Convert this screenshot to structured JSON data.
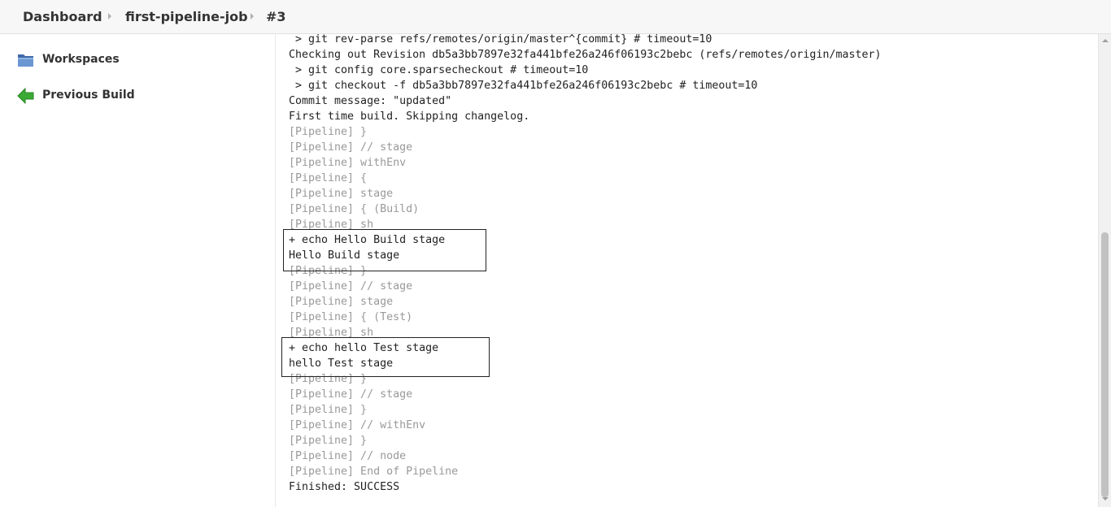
{
  "breadcrumb": {
    "items": [
      "Dashboard",
      "first-pipeline-job",
      "#3"
    ]
  },
  "sidebar": {
    "items": [
      {
        "label": "Workspaces",
        "icon": "folder-icon"
      },
      {
        "label": "Previous Build",
        "icon": "arrow-left-icon"
      }
    ]
  },
  "console": {
    "lines": [
      {
        "text": " > git rev-parse refs/remotes/origin/master^{commit} # timeout=10",
        "style": "normal"
      },
      {
        "text": "Checking out Revision db5a3bb7897e32fa441bfe26a246f06193c2bebc (refs/remotes/origin/master)",
        "style": "normal"
      },
      {
        "text": " > git config core.sparsecheckout # timeout=10",
        "style": "normal"
      },
      {
        "text": " > git checkout -f db5a3bb7897e32fa441bfe26a246f06193c2bebc # timeout=10",
        "style": "normal"
      },
      {
        "text": "Commit message: \"updated\"",
        "style": "normal"
      },
      {
        "text": "First time build. Skipping changelog.",
        "style": "normal"
      },
      {
        "text": "[Pipeline] }",
        "style": "pipe"
      },
      {
        "text": "[Pipeline] // stage",
        "style": "pipe"
      },
      {
        "text": "[Pipeline] withEnv",
        "style": "pipe"
      },
      {
        "text": "[Pipeline] {",
        "style": "pipe"
      },
      {
        "text": "[Pipeline] stage",
        "style": "pipe"
      },
      {
        "text": "[Pipeline] { (Build)",
        "style": "pipe"
      },
      {
        "text": "[Pipeline] sh",
        "style": "pipe"
      },
      {
        "text": "+ echo Hello Build stage",
        "style": "normal"
      },
      {
        "text": "Hello Build stage",
        "style": "normal"
      },
      {
        "text": "[Pipeline] }",
        "style": "pipe"
      },
      {
        "text": "[Pipeline] // stage",
        "style": "pipe"
      },
      {
        "text": "[Pipeline] stage",
        "style": "pipe"
      },
      {
        "text": "[Pipeline] { (Test)",
        "style": "pipe"
      },
      {
        "text": "[Pipeline] sh",
        "style": "pipe"
      },
      {
        "text": "+ echo hello Test stage",
        "style": "normal"
      },
      {
        "text": "hello Test stage",
        "style": "normal"
      },
      {
        "text": "[Pipeline] }",
        "style": "pipe"
      },
      {
        "text": "[Pipeline] // stage",
        "style": "pipe"
      },
      {
        "text": "[Pipeline] }",
        "style": "pipe"
      },
      {
        "text": "[Pipeline] // withEnv",
        "style": "pipe"
      },
      {
        "text": "[Pipeline] }",
        "style": "pipe"
      },
      {
        "text": "[Pipeline] // node",
        "style": "pipe"
      },
      {
        "text": "[Pipeline] End of Pipeline",
        "style": "pipe"
      },
      {
        "text": "Finished: SUCCESS",
        "style": "normal"
      }
    ]
  },
  "colors": {
    "text": "#222222",
    "pipeline_text": "#999999",
    "folder_icon": "#4a78b8",
    "arrow_icon": "#3aaa35"
  }
}
